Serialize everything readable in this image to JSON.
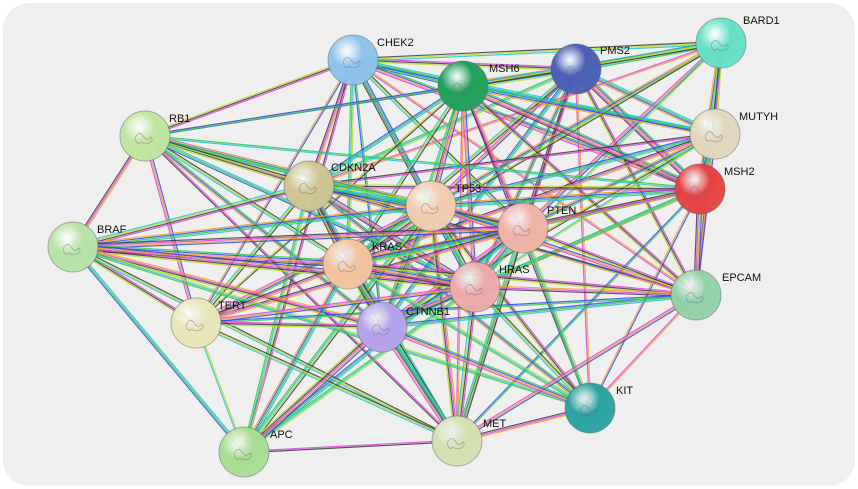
{
  "network": {
    "nodes": [
      {
        "id": "CHEK2",
        "color": "#8ec3ec"
      },
      {
        "id": "PMS2",
        "color": "#4b5fb7"
      },
      {
        "id": "BARD1",
        "color": "#66e0c8"
      },
      {
        "id": "MSH6",
        "color": "#22a05a"
      },
      {
        "id": "RB1",
        "color": "#bfe6a0"
      },
      {
        "id": "MUTYH",
        "color": "#e2d7bd"
      },
      {
        "id": "MSH2",
        "color": "#e64242"
      },
      {
        "id": "CDKN2A",
        "color": "#cfc493"
      },
      {
        "id": "TP53",
        "color": "#f0cdb3"
      },
      {
        "id": "PTEN",
        "color": "#f0b3a8"
      },
      {
        "id": "BRAF",
        "color": "#b8e2a8"
      },
      {
        "id": "KRAS",
        "color": "#f2c39e"
      },
      {
        "id": "HRAS",
        "color": "#ecaaa9"
      },
      {
        "id": "EPCAM",
        "color": "#92d1a8"
      },
      {
        "id": "TERT",
        "color": "#e9e7b8"
      },
      {
        "id": "CTNNB1",
        "color": "#b6a2ea"
      },
      {
        "id": "KIT",
        "color": "#2aa3a1"
      },
      {
        "id": "APC",
        "color": "#a8dd92"
      },
      {
        "id": "MET",
        "color": "#d3e0b0"
      }
    ],
    "edge_colors": [
      "#e040e0",
      "#3c3c3c",
      "#b8dc2a",
      "#22c4d4",
      "#30c84a",
      "#2c4cf0",
      "#f0a030"
    ]
  }
}
